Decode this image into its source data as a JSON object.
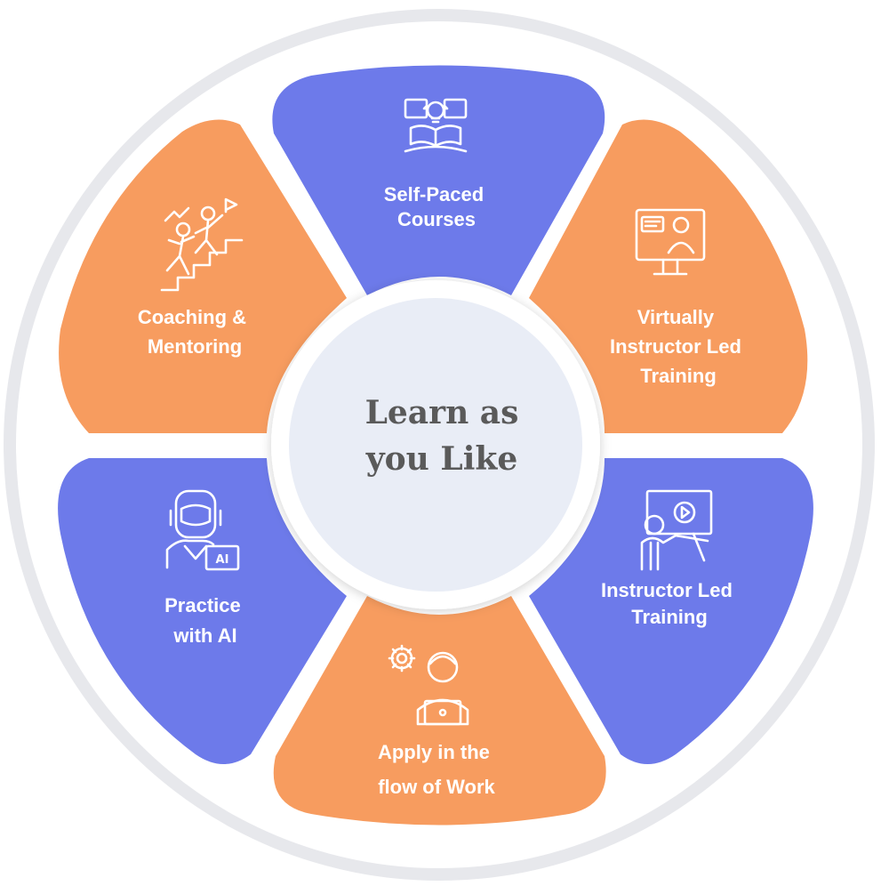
{
  "center": {
    "line1": "Learn as",
    "line2": "you Like"
  },
  "colors": {
    "blue": "#6d7aea",
    "orange": "#f79c5f",
    "ring": "#e7e8ec",
    "hub": "#e9edf6"
  },
  "segments": [
    {
      "label_lines": [
        "Self-Paced",
        "Courses"
      ],
      "color": "blue",
      "icon": "book-idea-icon"
    },
    {
      "label_lines": [
        "Virtually",
        "Instructor Led",
        "Training"
      ],
      "color": "orange",
      "icon": "video-call-icon"
    },
    {
      "label_lines": [
        "Instructor Led",
        "Training"
      ],
      "color": "blue",
      "icon": "presenter-icon"
    },
    {
      "label_lines": [
        "Apply in the",
        "flow of Work"
      ],
      "color": "orange",
      "icon": "worker-laptop-icon"
    },
    {
      "label_lines": [
        "Practice",
        "with AI"
      ],
      "color": "blue",
      "icon": "robot-ai-icon"
    },
    {
      "label_lines": [
        "Coaching &",
        "Mentoring"
      ],
      "color": "orange",
      "icon": "stairs-mentoring-icon"
    }
  ]
}
